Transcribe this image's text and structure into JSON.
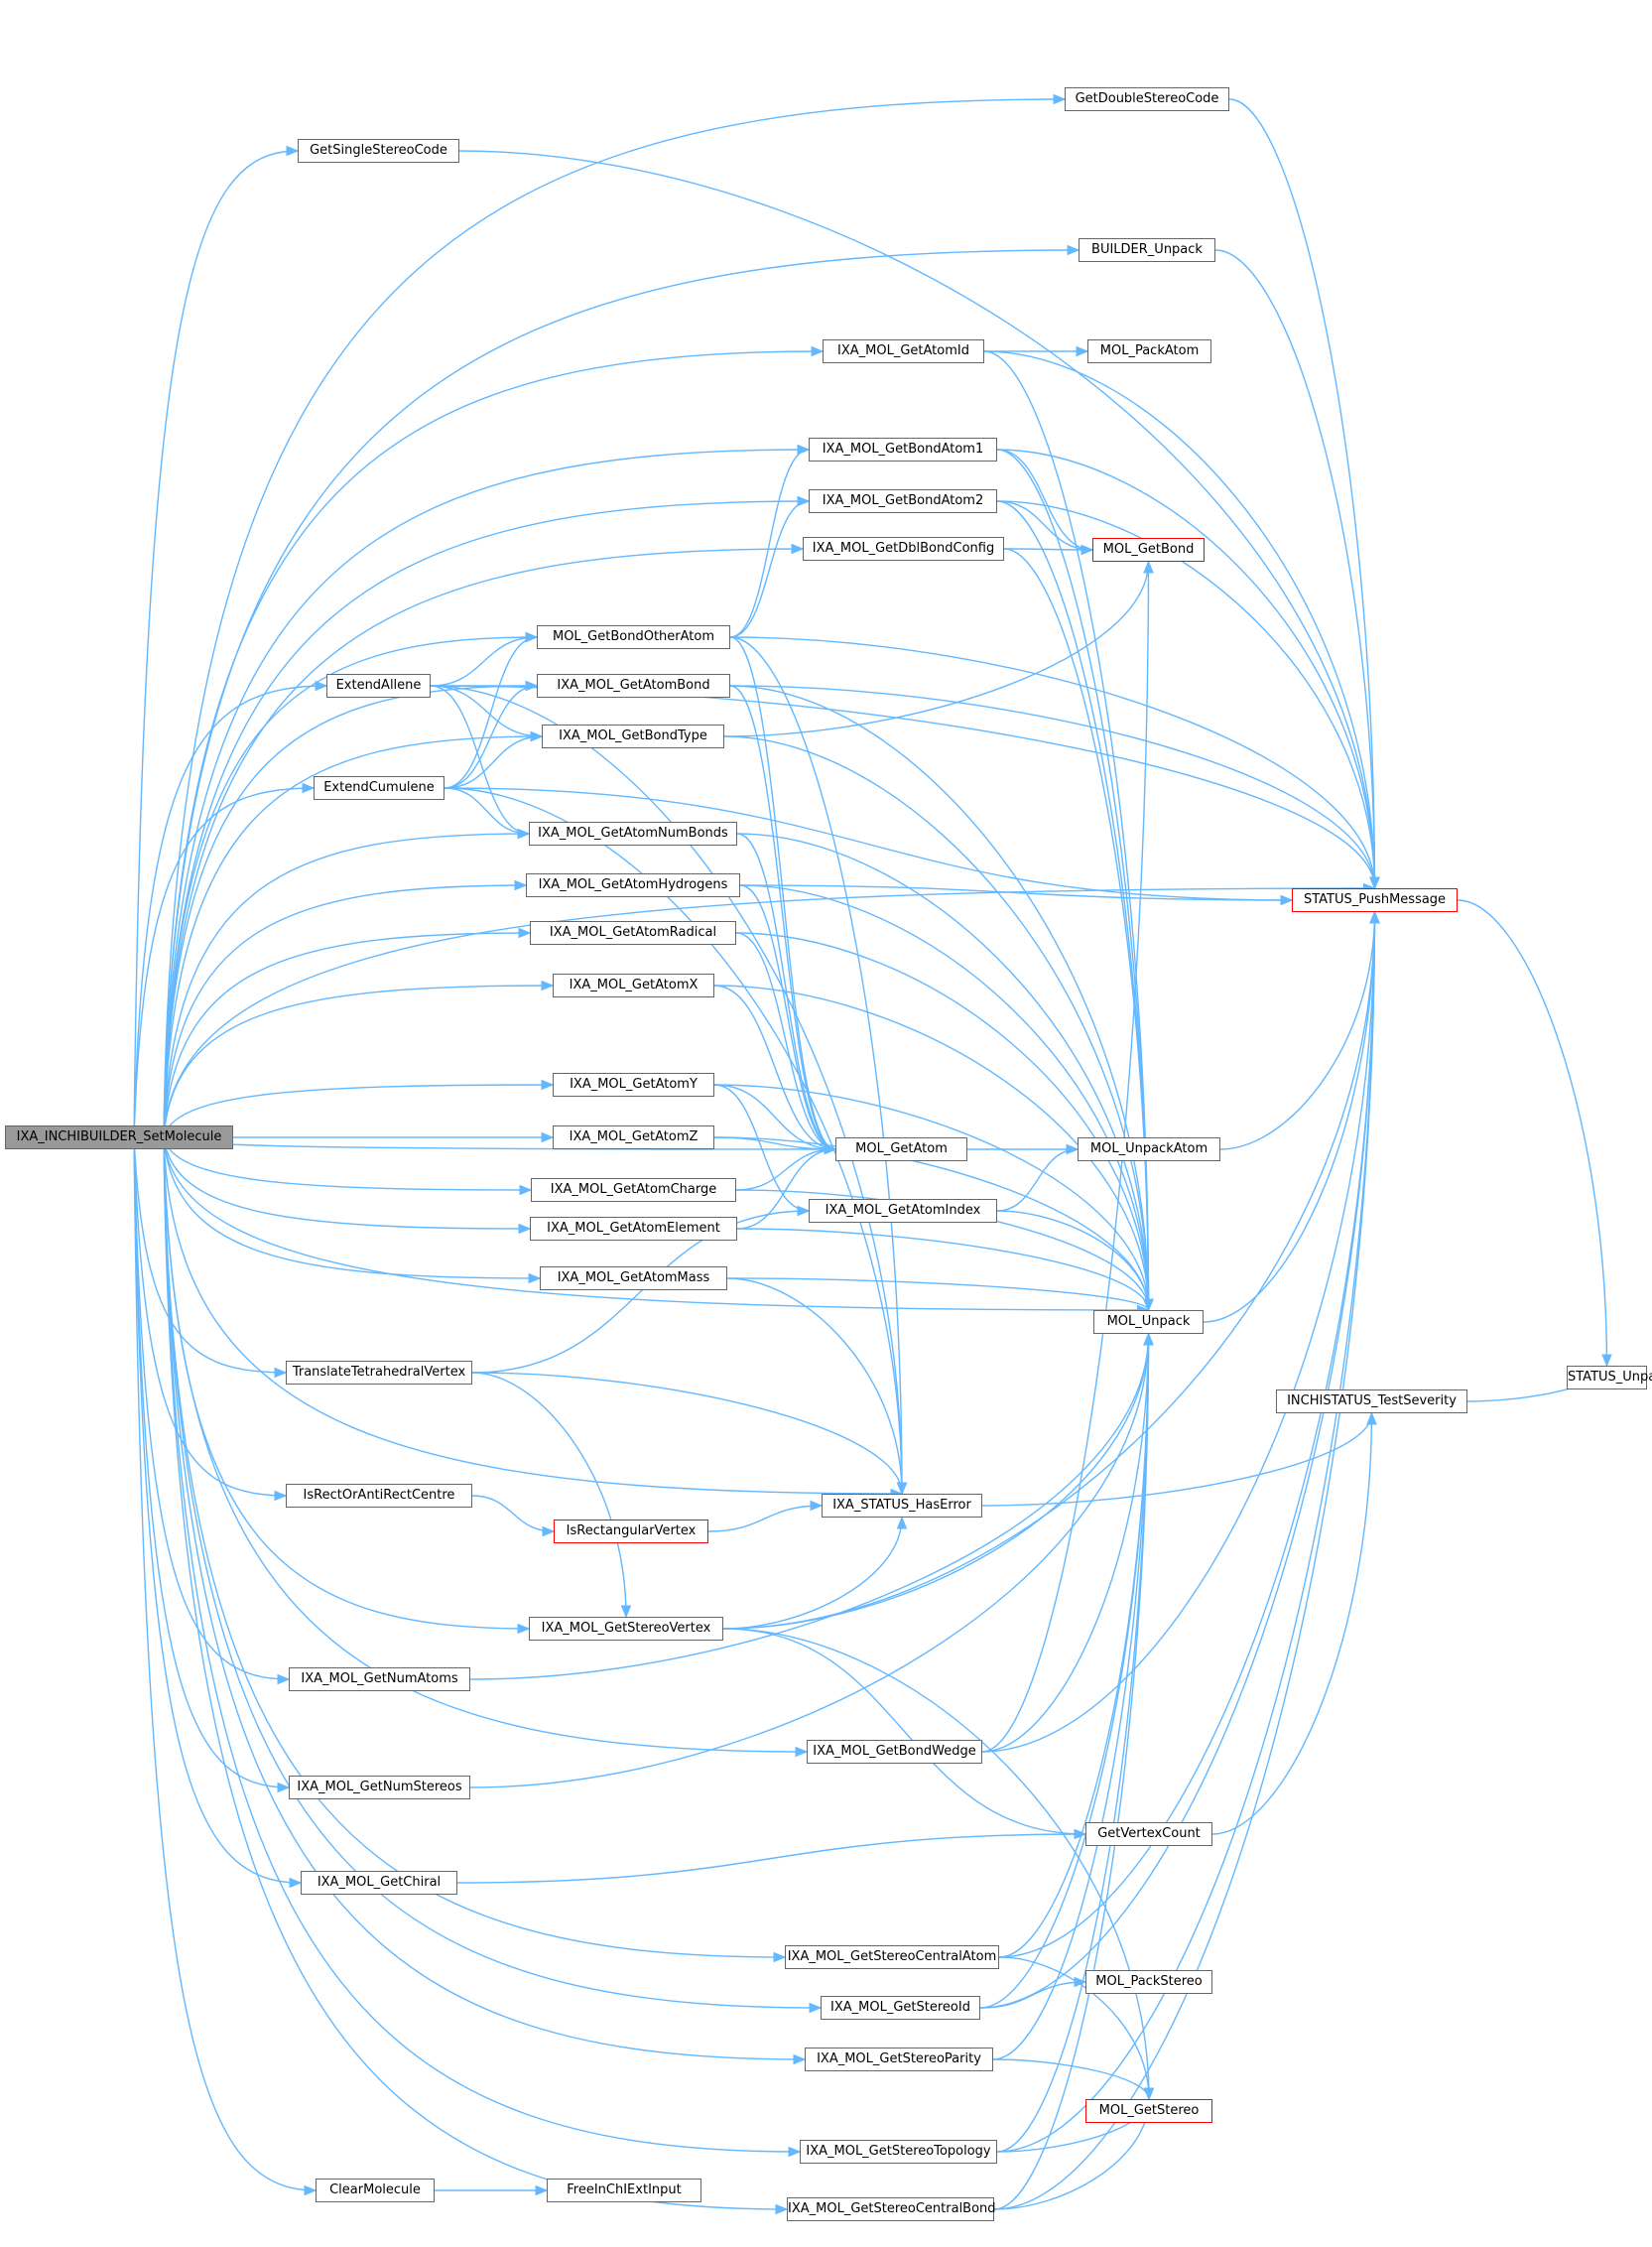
{
  "graph": {
    "root": "IXA_INCHIBUILDER_SetMolecule",
    "colors": {
      "edge": "#63b8ff",
      "node_border": "#666666",
      "root_fill": "#999999",
      "truncated_border": "#ff0000"
    },
    "nodes": [
      {
        "id": "root",
        "label": "IXA_INCHIBUILDER_SetMolecule",
        "root": true
      },
      {
        "id": "gdsc",
        "label": "GetDoubleStereoCode"
      },
      {
        "id": "gssc",
        "label": "GetSingleStereoCode"
      },
      {
        "id": "bu",
        "label": "BUILDER_Unpack"
      },
      {
        "id": "gaid",
        "label": "IXA_MOL_GetAtomId"
      },
      {
        "id": "mpa",
        "label": "MOL_PackAtom"
      },
      {
        "id": "gba1",
        "label": "IXA_MOL_GetBondAtom1"
      },
      {
        "id": "gba2",
        "label": "IXA_MOL_GetBondAtom2"
      },
      {
        "id": "gdbc",
        "label": "IXA_MOL_GetDblBondConfig"
      },
      {
        "id": "mgb",
        "label": "MOL_GetBond",
        "truncated": true
      },
      {
        "id": "mgboa",
        "label": "MOL_GetBondOtherAtom"
      },
      {
        "id": "ea",
        "label": "ExtendAllene"
      },
      {
        "id": "gab",
        "label": "IXA_MOL_GetAtomBond"
      },
      {
        "id": "gbt",
        "label": "IXA_MOL_GetBondType"
      },
      {
        "id": "ec",
        "label": "ExtendCumulene"
      },
      {
        "id": "ganb",
        "label": "IXA_MOL_GetAtomNumBonds"
      },
      {
        "id": "gah",
        "label": "IXA_MOL_GetAtomHydrogens"
      },
      {
        "id": "spm",
        "label": "STATUS_PushMessage",
        "truncated": true
      },
      {
        "id": "gar",
        "label": "IXA_MOL_GetAtomRadical"
      },
      {
        "id": "gax",
        "label": "IXA_MOL_GetAtomX"
      },
      {
        "id": "gay",
        "label": "IXA_MOL_GetAtomY"
      },
      {
        "id": "gaz",
        "label": "IXA_MOL_GetAtomZ"
      },
      {
        "id": "mga",
        "label": "MOL_GetAtom"
      },
      {
        "id": "mua",
        "label": "MOL_UnpackAtom"
      },
      {
        "id": "gac",
        "label": "IXA_MOL_GetAtomCharge"
      },
      {
        "id": "gai",
        "label": "IXA_MOL_GetAtomIndex"
      },
      {
        "id": "gae",
        "label": "IXA_MOL_GetAtomElement"
      },
      {
        "id": "gam",
        "label": "IXA_MOL_GetAtomMass"
      },
      {
        "id": "mu",
        "label": "MOL_Unpack"
      },
      {
        "id": "ttv",
        "label": "TranslateTetrahedralVertex"
      },
      {
        "id": "ists",
        "label": "INCHISTATUS_TestSeverity"
      },
      {
        "id": "su",
        "label": "STATUS_Unpack"
      },
      {
        "id": "irarc",
        "label": "IsRectOrAntiRectCentre"
      },
      {
        "id": "ishe",
        "label": "IXA_STATUS_HasError"
      },
      {
        "id": "irv",
        "label": "IsRectangularVertex",
        "truncated": true
      },
      {
        "id": "gsv",
        "label": "IXA_MOL_GetStereoVertex"
      },
      {
        "id": "gna",
        "label": "IXA_MOL_GetNumAtoms"
      },
      {
        "id": "gbw",
        "label": "IXA_MOL_GetBondWedge"
      },
      {
        "id": "gns",
        "label": "IXA_MOL_GetNumStereos"
      },
      {
        "id": "gvc",
        "label": "GetVertexCount"
      },
      {
        "id": "gch",
        "label": "IXA_MOL_GetChiral"
      },
      {
        "id": "gsca",
        "label": "IXA_MOL_GetStereoCentralAtom"
      },
      {
        "id": "mps",
        "label": "MOL_PackStereo"
      },
      {
        "id": "gsid",
        "label": "IXA_MOL_GetStereoId"
      },
      {
        "id": "gsp",
        "label": "IXA_MOL_GetStereoParity"
      },
      {
        "id": "mgs",
        "label": "MOL_GetStereo",
        "truncated": true
      },
      {
        "id": "gst",
        "label": "IXA_MOL_GetStereoTopology"
      },
      {
        "id": "cm",
        "label": "ClearMolecule"
      },
      {
        "id": "fie",
        "label": "FreeInChIExtInput"
      },
      {
        "id": "gscb",
        "label": "IXA_MOL_GetStereoCentralBond"
      }
    ]
  }
}
